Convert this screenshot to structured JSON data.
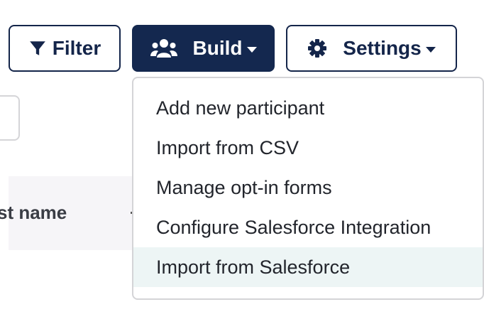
{
  "toolbar": {
    "filter_label": "Filter",
    "filter_icon": "filter-icon",
    "build_label": "Build",
    "build_icon": "users-icon",
    "settings_label": "Settings",
    "settings_icon": "gear-icon"
  },
  "table": {
    "column_header_label": "st name"
  },
  "build_menu": {
    "items": [
      {
        "label": "Add new participant"
      },
      {
        "label": "Import from CSV"
      },
      {
        "label": "Manage opt-in forms"
      },
      {
        "label": "Configure Salesforce Integration"
      },
      {
        "label": "Import from Salesforce",
        "highlighted": true
      }
    ]
  },
  "colors": {
    "primary_navy": "#14284f",
    "menu_hover_bg": "#edf5f5",
    "border_gray": "#d4d4d7"
  }
}
